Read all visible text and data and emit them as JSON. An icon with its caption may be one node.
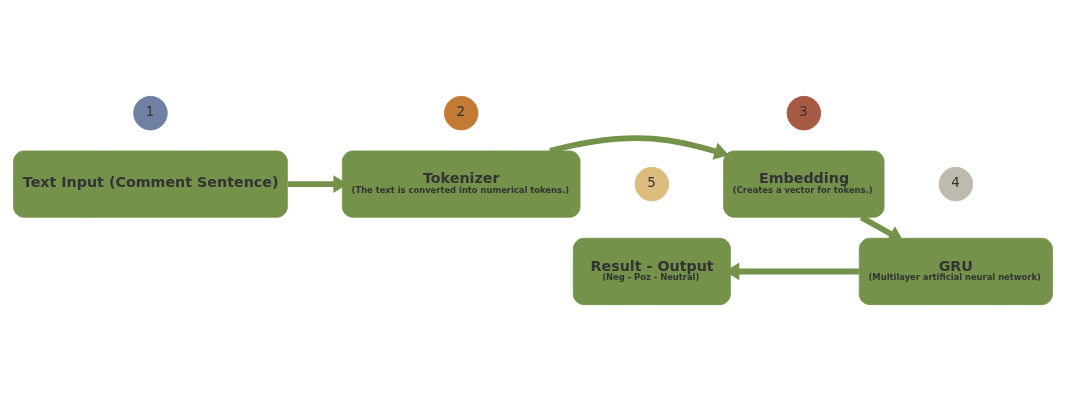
{
  "diagram": {
    "nodes": [
      {
        "text": [
          "1"
        ]
      },
      {
        "text": [
          "Text Input (Comment Sentence)"
        ]
      },
      {
        "text": [
          "2"
        ]
      },
      {
        "text": [
          "Tokenizer",
          "(The text is converted into numerical tokens.)"
        ]
      },
      {
        "text": [
          "3"
        ]
      },
      {
        "text": [
          "Embedding",
          "(Creates a vector for tokens.)"
        ]
      },
      {
        "text": [
          "5"
        ]
      },
      {
        "text": [
          "Result - Output",
          "(Neg - Poz - Neutral)"
        ]
      },
      {
        "text": [
          "4"
        ]
      },
      {
        "text": [
          "GRU",
          "(Multilayer artificial neural network)"
        ]
      }
    ],
    "edges": [
      {
        "from": 1,
        "to": 3,
        "arrow": "to"
      },
      {
        "from": 3,
        "to": 5,
        "arrow": "to"
      },
      {
        "from": 5,
        "to": 9,
        "arrow": "to"
      },
      {
        "from": 9,
        "to": 7,
        "arrow": "to"
      }
    ]
  }
}
